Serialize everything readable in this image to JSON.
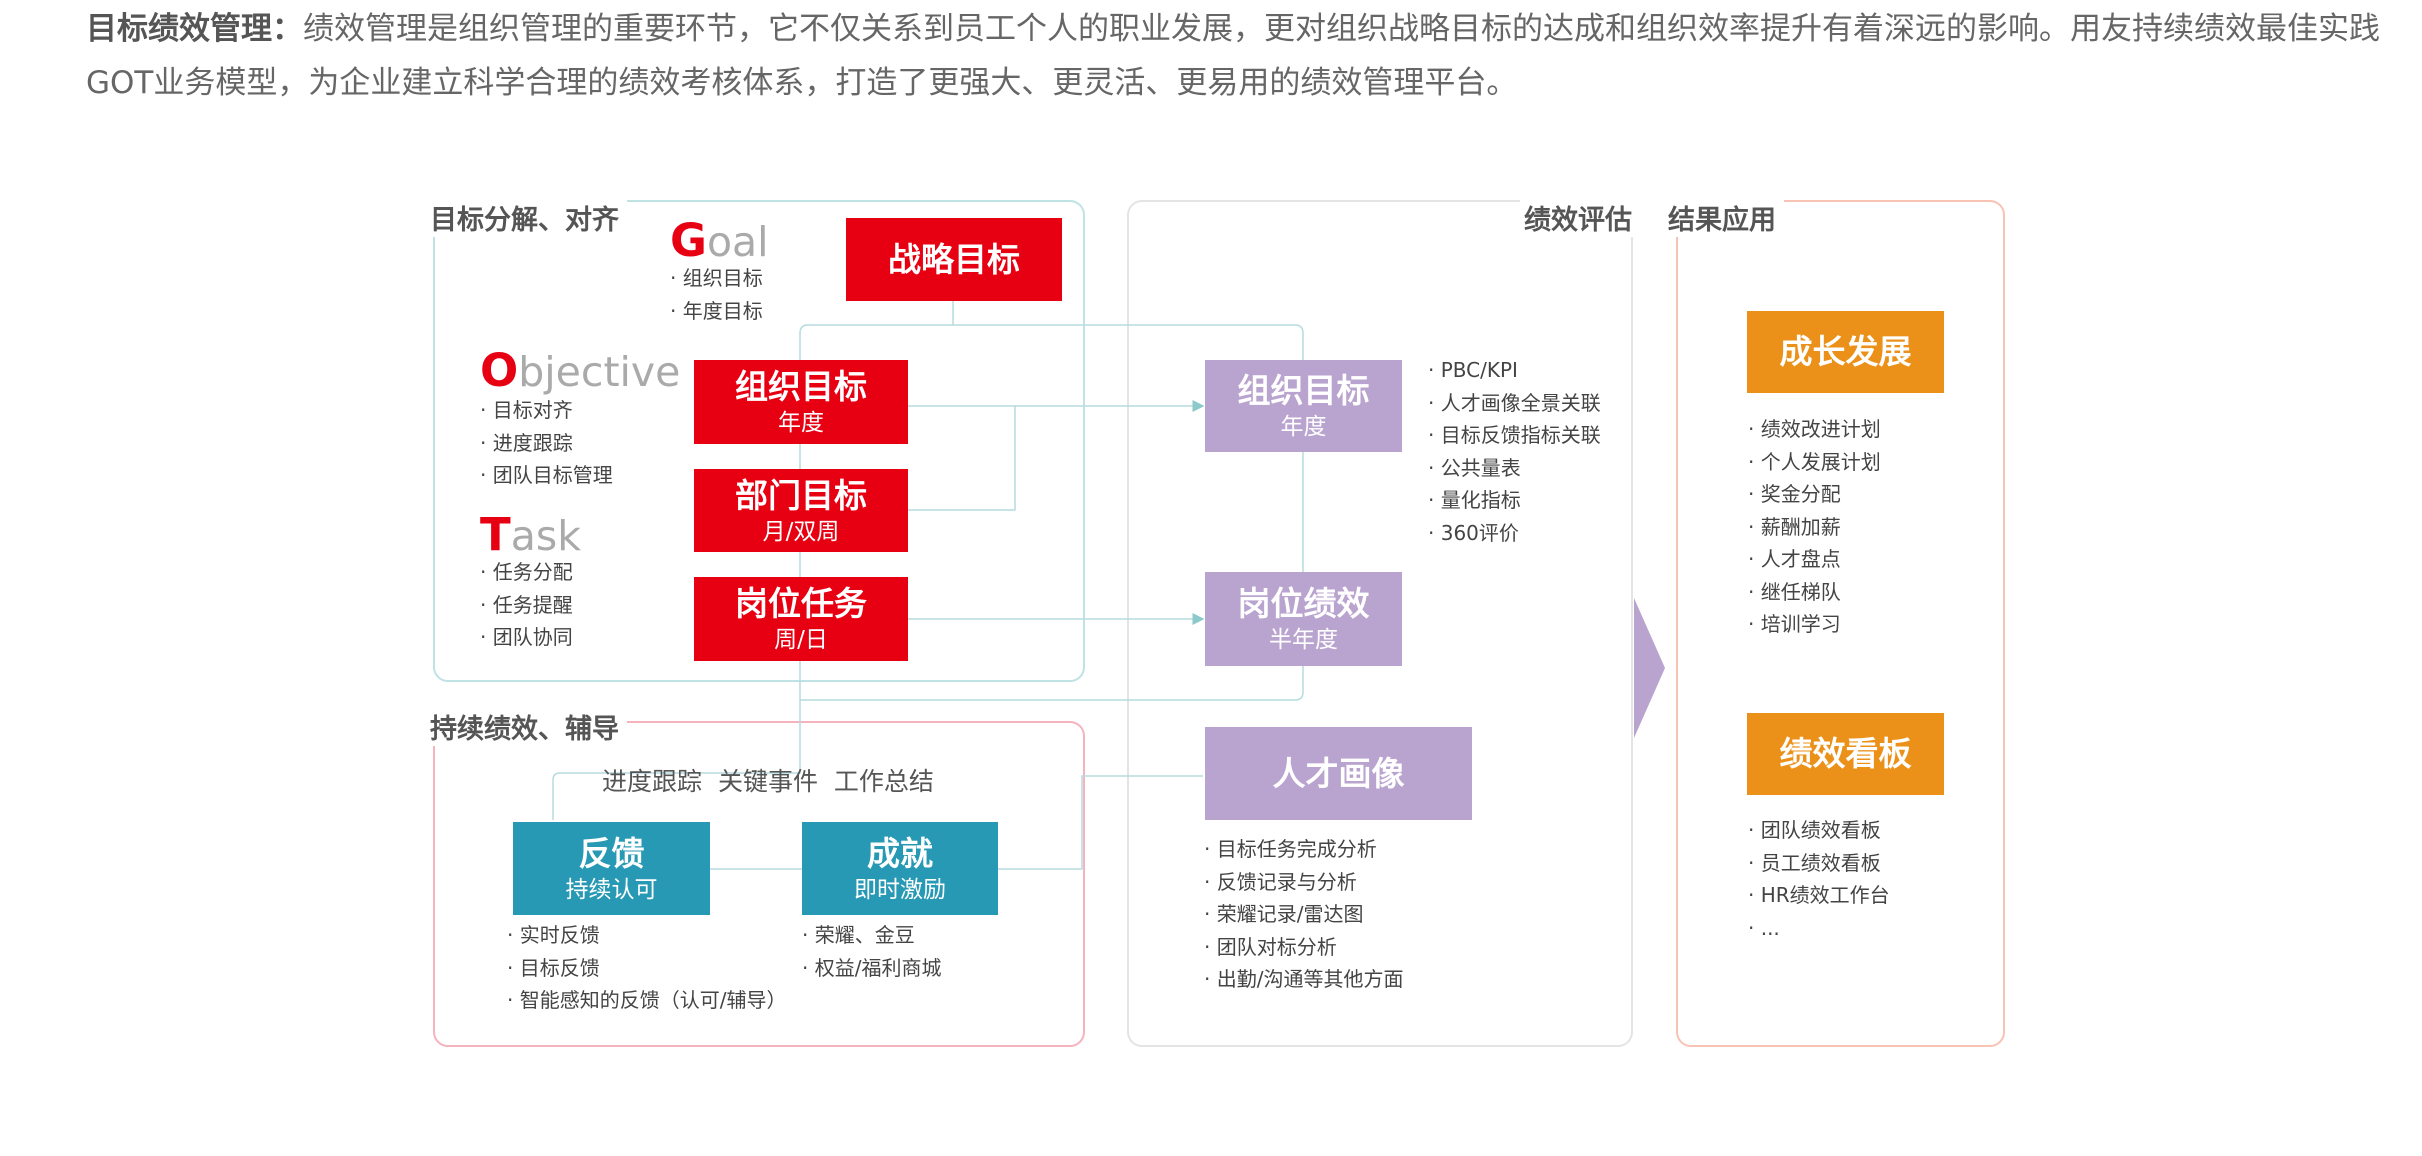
{
  "intro": {
    "bold": "目标绩效管理：",
    "text": "绩效管理是组织管理的重要环节，它不仅关系到员工个人的职业发展，更对组织战略目标的达成和组织效率提升有着深远的影响。用友持续绩效最佳实践GOT业务模型，为企业建立科学合理的绩效考核体系，打造了更强大、更灵活、更易用的绩效管理平台。"
  },
  "sections": {
    "goal_align": "目标分解、对齐",
    "continuous": "持续绩效、辅导",
    "evaluation": "绩效评估",
    "result": "结果应用"
  },
  "got": {
    "goal": {
      "cap": "G",
      "rest": "oal",
      "items": [
        "组织目标",
        "年度目标"
      ]
    },
    "objective": {
      "cap": "O",
      "rest": "bjective",
      "items": [
        "目标对齐",
        "进度跟踪",
        "团队目标管理"
      ]
    },
    "task": {
      "cap": "T",
      "rest": "ask",
      "items": [
        "任务分配",
        "任务提醒",
        "团队协同"
      ]
    }
  },
  "red_boxes": {
    "strategy": {
      "title": "战略目标"
    },
    "org": {
      "title": "组织目标",
      "sub": "年度"
    },
    "dept": {
      "title": "部门目标",
      "sub": "月/双周"
    },
    "post": {
      "title": "岗位任务",
      "sub": "周/日"
    }
  },
  "continuous": {
    "tracking_label": "进度跟踪  关键事件  工作总结",
    "feedback": {
      "title": "反馈",
      "sub": "持续认可",
      "items": [
        "实时反馈",
        "目标反馈",
        "智能感知的反馈（认可/辅导）"
      ]
    },
    "achievement": {
      "title": "成就",
      "sub": "即时激励",
      "items": [
        "荣耀、金豆",
        "权益/福利商城"
      ]
    }
  },
  "evaluation": {
    "org": {
      "title": "组织目标",
      "sub": "年度",
      "items": [
        "PBC/KPI",
        "人才画像全景关联",
        "目标反馈指标关联",
        "公共量表",
        "量化指标",
        "360评价"
      ]
    },
    "post": {
      "title": "岗位绩效",
      "sub": "半年度"
    },
    "talent": {
      "title": "人才画像",
      "items": [
        "目标任务完成分析",
        "反馈记录与分析",
        "荣耀记录/雷达图",
        "团队对标分析",
        "出勤/沟通等其他方面"
      ]
    }
  },
  "result": {
    "growth": {
      "title": "成长发展",
      "items": [
        "绩效改进计划",
        "个人发展计划",
        "奖金分配",
        "薪酬加薪",
        "人才盘点",
        "继任梯队",
        "培训学习"
      ]
    },
    "dashboard": {
      "title": "绩效看板",
      "items": [
        "团队绩效看板",
        "员工绩效看板",
        "HR绩效工作台",
        "..."
      ]
    }
  },
  "colors": {
    "red": "#e60012",
    "purple": "#b9a3cf",
    "teal": "#2899b4",
    "orange": "#eb9119",
    "section_teal_border": "#bfe3e4",
    "section_pink_border": "#f5b3bd",
    "section_gray_border": "#e4e4e4",
    "section_orange_border": "#f7c3b5"
  }
}
